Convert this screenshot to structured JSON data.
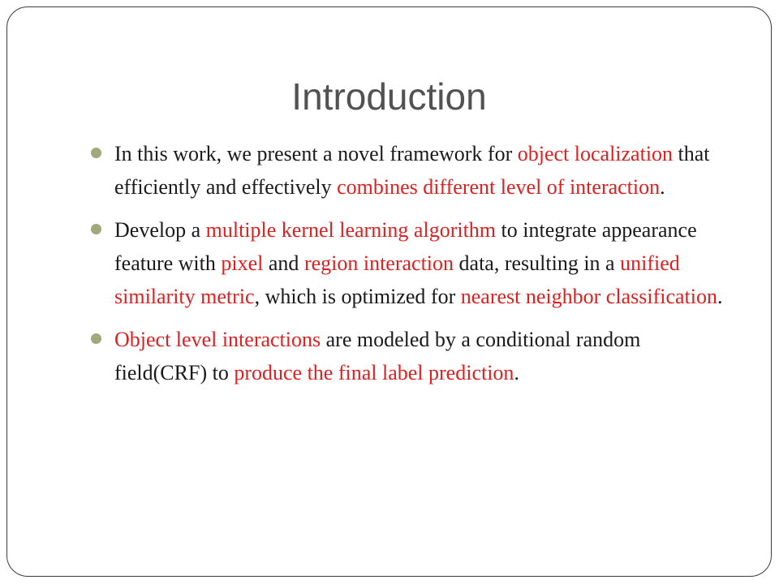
{
  "slide": {
    "title": "Introduction",
    "bullets": [
      {
        "segments": [
          {
            "text": "In this work, we present a novel framework for ",
            "highlight": false
          },
          {
            "text": "object localization",
            "highlight": true
          },
          {
            "text": " that efficiently and effectively ",
            "highlight": false
          },
          {
            "text": "combines different level of interaction",
            "highlight": true
          },
          {
            "text": ".",
            "highlight": false
          }
        ]
      },
      {
        "segments": [
          {
            "text": "Develop a ",
            "highlight": false
          },
          {
            "text": "multiple kernel learning algorithm",
            "highlight": true
          },
          {
            "text": " to integrate appearance feature with ",
            "highlight": false
          },
          {
            "text": "pixel",
            "highlight": true
          },
          {
            "text": " and ",
            "highlight": false
          },
          {
            "text": "region interaction",
            "highlight": true
          },
          {
            "text": " data, resulting in a ",
            "highlight": false
          },
          {
            "text": "unified similarity metric",
            "highlight": true
          },
          {
            "text": ", which is optimized for ",
            "highlight": false
          },
          {
            "text": "nearest neighbor classification",
            "highlight": true
          },
          {
            "text": ".",
            "highlight": false
          }
        ]
      },
      {
        "segments": [
          {
            "text": "Object level interactions",
            "highlight": true
          },
          {
            "text": " are modeled by a conditional random field(CRF) to ",
            "highlight": false
          },
          {
            "text": "produce the final label prediction",
            "highlight": true
          },
          {
            "text": ".",
            "highlight": false
          }
        ]
      }
    ]
  },
  "colors": {
    "highlight": "#e02020",
    "text": "#1a1a1a",
    "title": "#525252",
    "bullet": "#a0a87c"
  }
}
